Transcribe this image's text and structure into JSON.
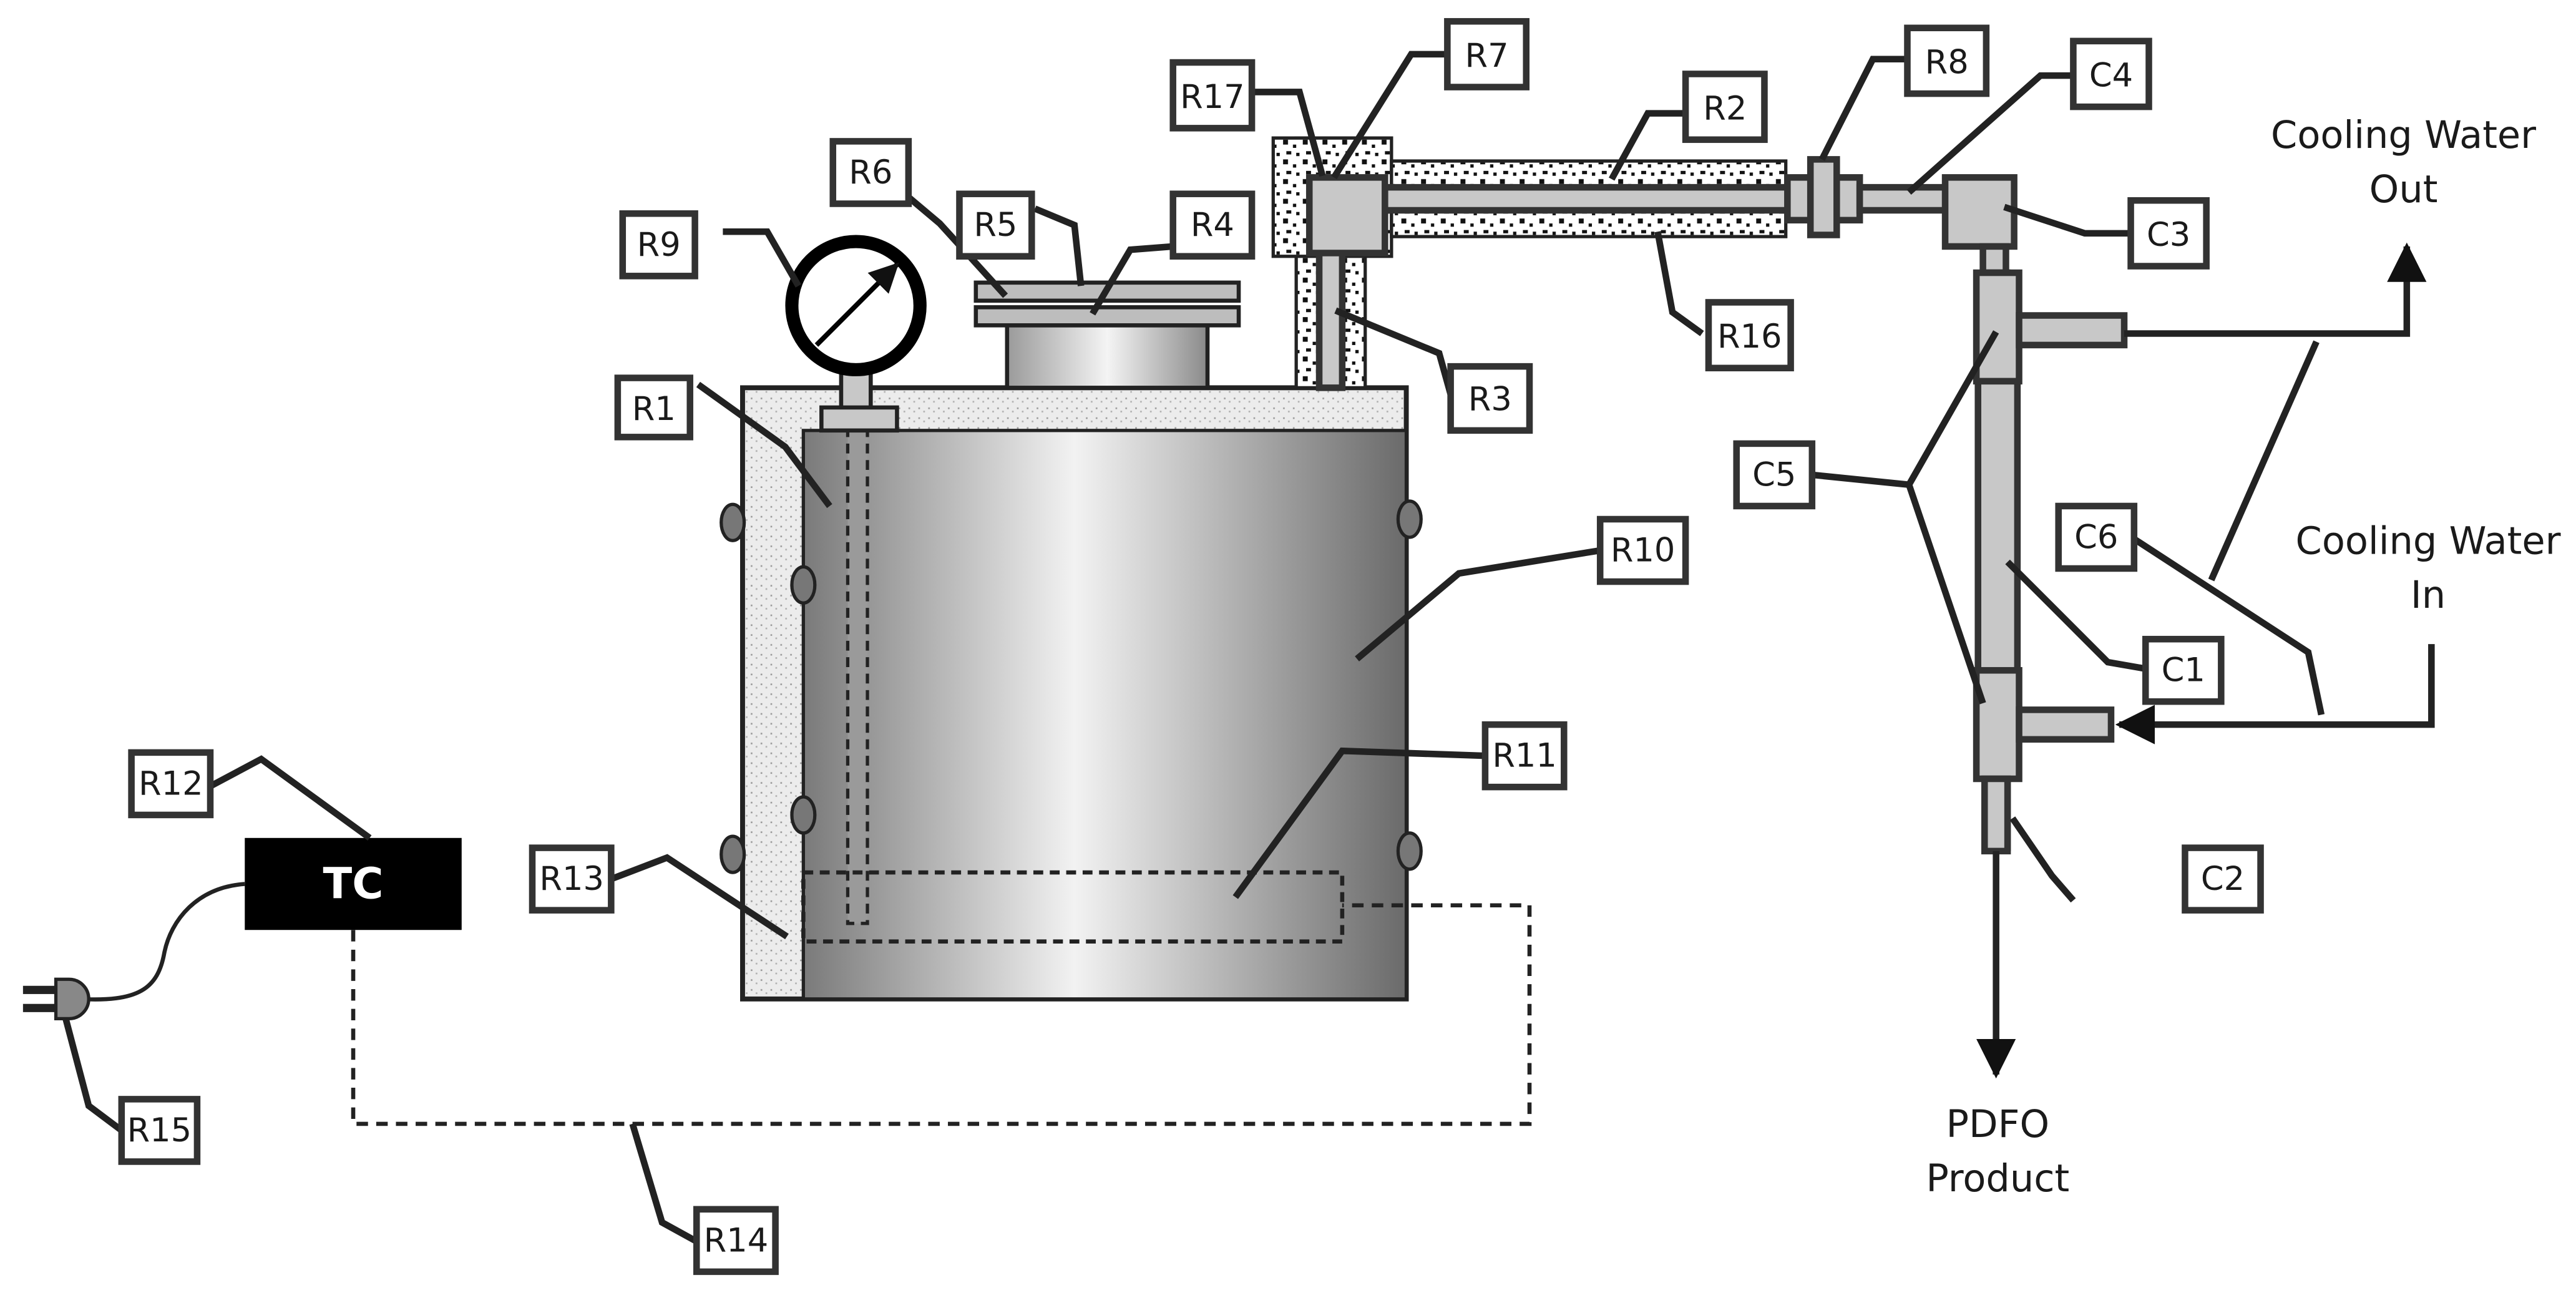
{
  "colors": {
    "pipe": "#c8c8c8",
    "tank_dark": "#707070",
    "tank_light": "#f0f0f0",
    "insulation": "#e6e6e6",
    "controller": "#000000"
  },
  "labels": {
    "R1": "R1",
    "R2": "R2",
    "R3": "R3",
    "R4": "R4",
    "R5": "R5",
    "R6": "R6",
    "R7": "R7",
    "R8": "R8",
    "R9": "R9",
    "R10": "R10",
    "R11": "R11",
    "R12": "R12",
    "R13": "R13",
    "R14": "R14",
    "R15": "R15",
    "R16": "R16",
    "R17": "R17",
    "C1": "C1",
    "C2": "C2",
    "C3": "C3",
    "C4": "C4",
    "C5": "C5",
    "C6": "C6"
  },
  "controller": {
    "text": "TC"
  },
  "annotations": {
    "cooling_out_line1": "Cooling Water",
    "cooling_out_line2": "Out",
    "cooling_in_line1": "Cooling Water",
    "cooling_in_line2": "In",
    "product_line1": "PDFO",
    "product_line2": "Product"
  }
}
